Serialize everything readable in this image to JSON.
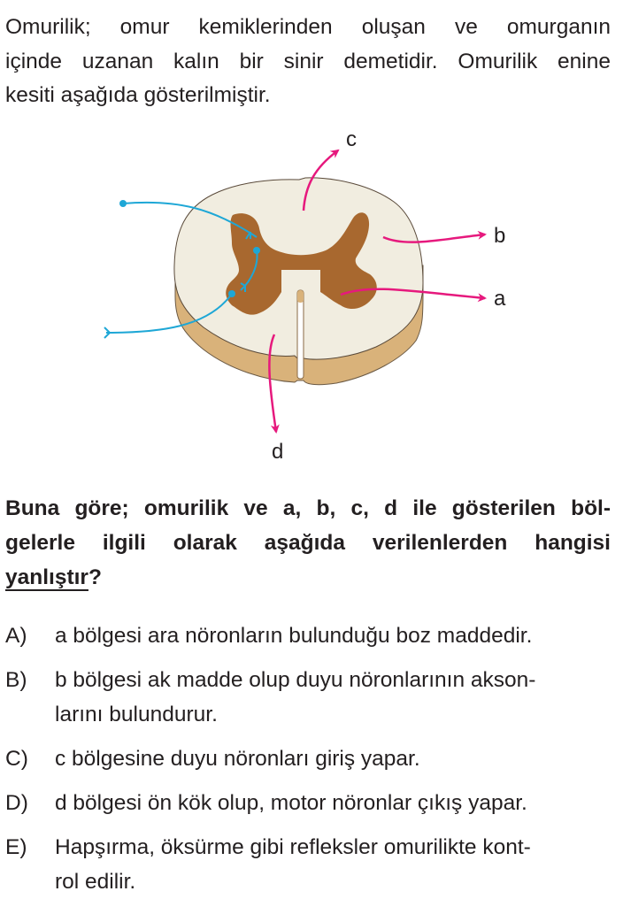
{
  "intro": {
    "lines": [
      "Omurilik; omur kemiklerinden oluşan ve omurganın",
      "içinde uzanan kalın bir sinir demetidir. Omurilik enine",
      "kesiti aşağıda gösterilmiştir."
    ]
  },
  "diagram": {
    "labels": {
      "a": "a",
      "b": "b",
      "c": "c",
      "d": "d"
    },
    "colors": {
      "white_matter": "#f1ede0",
      "gray_matter": "#a8682f",
      "side": "#d9b27a",
      "arrow": "#e6197d",
      "neuron": "#1ea7d6"
    }
  },
  "question": {
    "line1": "Buna göre; omurilik ve a, b, c, d ile gösterilen böl-",
    "line2": "gelerle ilgili olarak aşağıda verilenlerden hangisi",
    "line3_underlined": "yanlıştır",
    "line3_end": "?"
  },
  "options": [
    {
      "letter": "A)",
      "lines": [
        "a  bölgesi ara nöronların bulunduğu boz maddedir."
      ]
    },
    {
      "letter": "B)",
      "lines": [
        "b  bölgesi ak madde olup duyu nöronlarının akson-",
        "larını bulundurur."
      ]
    },
    {
      "letter": "C)",
      "lines": [
        "c  bölgesine duyu nöronları giriş yapar."
      ]
    },
    {
      "letter": "D)",
      "lines": [
        "d  bölgesi ön kök olup, motor nöronlar çıkış yapar."
      ]
    },
    {
      "letter": "E)",
      "lines": [
        "Hapşırma, öksürme gibi refleksler omurilikte kont-",
        "rol edilir."
      ]
    }
  ]
}
